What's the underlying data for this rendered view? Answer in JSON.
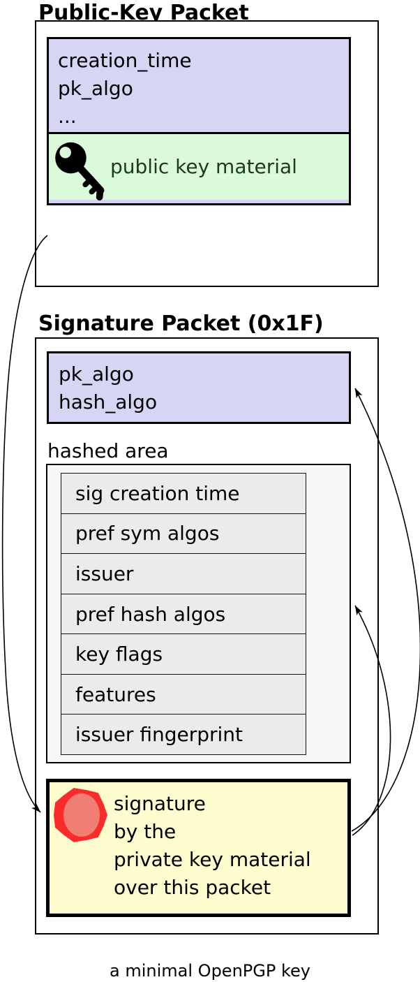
{
  "caption": "a minimal OpenPGP key",
  "public_key_packet": {
    "title": "Public-Key Packet",
    "header_fields": [
      "creation_time",
      "pk_algo",
      "..."
    ],
    "material_label": "public key material"
  },
  "signature_packet": {
    "title": "Signature Packet (0x1F)",
    "algo_fields": [
      "pk_algo",
      "hash_algo"
    ],
    "hashed_area_label": "hashed area",
    "hashed_subpackets": [
      "sig creation time",
      "pref sym algos",
      "issuer",
      "pref hash algos",
      "key flags",
      "features",
      "issuer fingerprint"
    ],
    "signature_text_lines": [
      "signature",
      "by the",
      "private key material",
      "over this packet"
    ]
  },
  "icons": {
    "public_key_material": "key-icon",
    "signature_seal": "seal-icon"
  },
  "colors": {
    "field-fill": "#d6d5f3",
    "material-fill": "#dbf9db",
    "material-text": "#173d1c",
    "hashed-fill": "#f7f7f7",
    "subpacket-fill": "#ebebeb",
    "signature-fill": "#fcfcce",
    "seal-outer": "#f92b2b",
    "seal-inner": "#ee7f72",
    "line": "#000000"
  }
}
